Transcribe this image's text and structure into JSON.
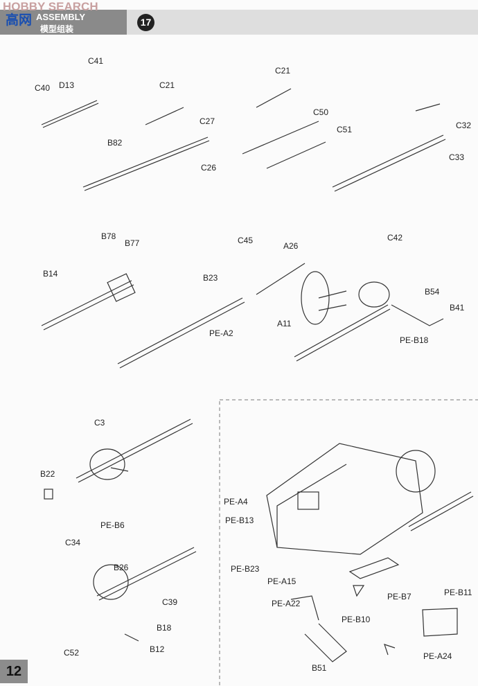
{
  "header": {
    "watermark": "HOBBY SEARCH",
    "logo_text": "高网",
    "logo_url": "gao-shan.com",
    "title": "ASSEMBLY",
    "title_cn": "模型组装",
    "step": "17"
  },
  "page_number": "12",
  "labels": [
    {
      "text": "C41",
      "pos": "row1"
    },
    {
      "text": "C40"
    },
    {
      "text": "D13"
    },
    {
      "text": "C21"
    },
    {
      "text": "C27"
    },
    {
      "text": "B82"
    },
    {
      "text": "C26"
    },
    {
      "text": "C21"
    },
    {
      "text": "C50"
    },
    {
      "text": "C51"
    },
    {
      "text": "C32"
    },
    {
      "text": "C33"
    },
    {
      "text": "B78"
    },
    {
      "text": "B77"
    },
    {
      "text": "B14"
    },
    {
      "text": "C45"
    },
    {
      "text": "A26"
    },
    {
      "text": "B23"
    },
    {
      "text": "A11"
    },
    {
      "text": "PE-A2"
    },
    {
      "text": "C42"
    },
    {
      "text": "B54"
    },
    {
      "text": "B41"
    },
    {
      "text": "PE-B18"
    },
    {
      "text": "C3"
    },
    {
      "text": "B22"
    },
    {
      "text": "PE-B6"
    },
    {
      "text": "C34"
    },
    {
      "text": "B26"
    },
    {
      "text": "C39"
    },
    {
      "text": "B18"
    },
    {
      "text": "C52"
    },
    {
      "text": "B12"
    },
    {
      "text": "PE-A4"
    },
    {
      "text": "PE-B13"
    },
    {
      "text": "PE-B23"
    },
    {
      "text": "PE-A15"
    },
    {
      "text": "PE-A22"
    },
    {
      "text": "PE-B10"
    },
    {
      "text": "PE-B7"
    },
    {
      "text": "PE-B11"
    },
    {
      "text": "B51"
    },
    {
      "text": "PE-A24"
    }
  ]
}
